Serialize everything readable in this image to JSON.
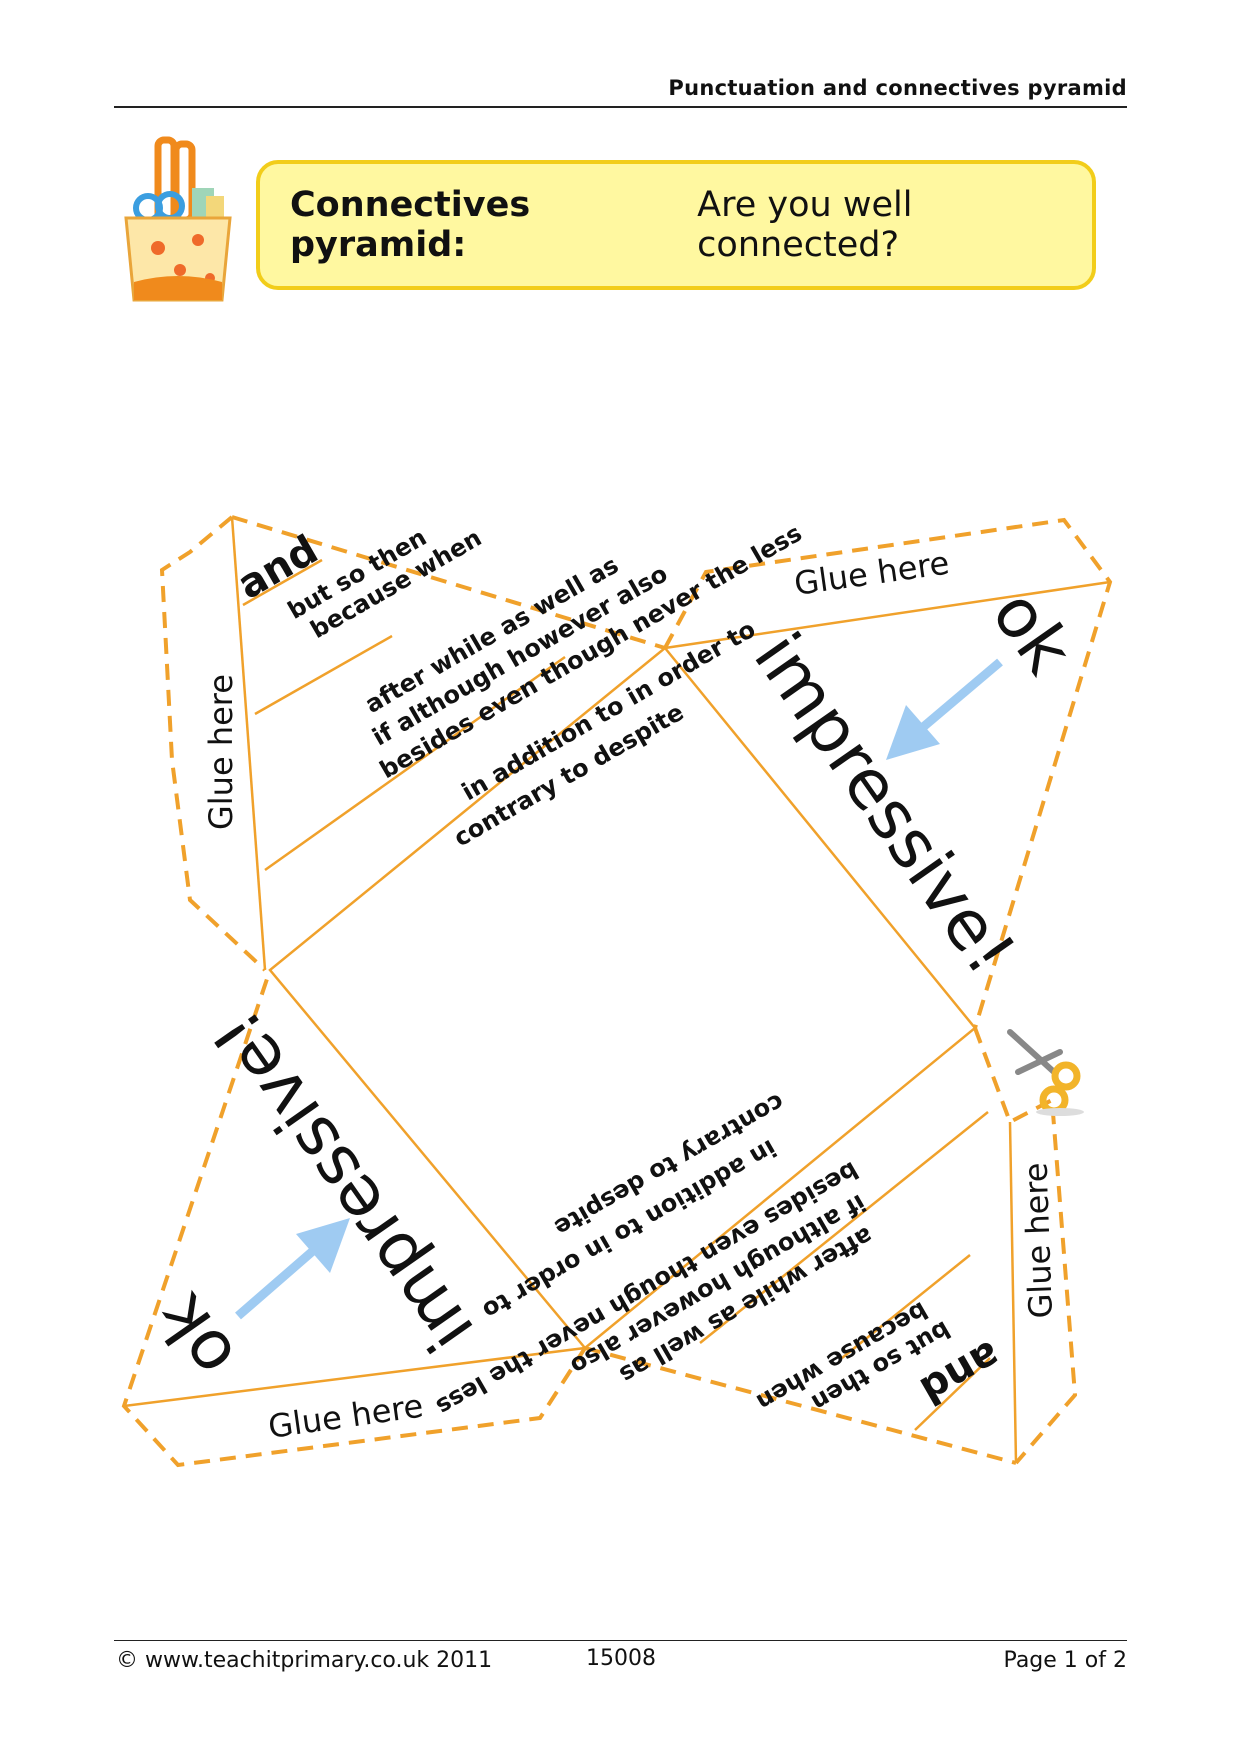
{
  "header": {
    "title": "Punctuation and connectives pyramid"
  },
  "banner": {
    "title_bold": "Connectives pyramid:",
    "title_rest": "Are you well connected?"
  },
  "net": {
    "glue_label": "Glue here",
    "connectives": {
      "tier1": "and",
      "tier2": [
        "but so then",
        "because when"
      ],
      "tier3": [
        "after  while  as well as",
        "if  although  however  also",
        "besides  even though  never the less"
      ],
      "tier4": [
        "in addition to   in order to",
        "contrary to   despite"
      ]
    },
    "ok_label": "ok",
    "impressive_label": "impressive!"
  },
  "footer": {
    "copyright": "© www.teachitprimary.co.uk 2011",
    "code": "15008",
    "page": "Page 1 of 2"
  },
  "colors": {
    "net_line": "#f0a12b",
    "arrow": "#9fcbf2",
    "banner_fill": "#fff8a0",
    "banner_border": "#f2cd1a"
  }
}
